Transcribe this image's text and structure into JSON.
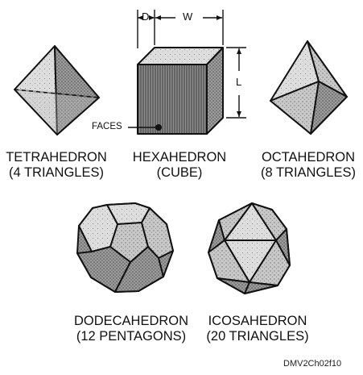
{
  "diagram": {
    "figure_id": "DMV2Ch02f10",
    "solids": [
      {
        "key": "tetrahedron",
        "name": "TETRAHEDRON",
        "faces": "(4 TRIANGLES)"
      },
      {
        "key": "hexahedron",
        "name": "HEXAHEDRON",
        "faces": "(CUBE)"
      },
      {
        "key": "octahedron",
        "name": "OCTAHEDRON",
        "faces": "(8 TRIANGLES)"
      },
      {
        "key": "dodecahedron",
        "name": "DODECAHEDRON",
        "faces": "(12 PENTAGONS)"
      },
      {
        "key": "icosahedron",
        "name": "ICOSAHEDRON",
        "faces": "(20 TRIANGLES)"
      }
    ],
    "cube_labels": {
      "depth": "D",
      "width": "W",
      "length": "L",
      "faces": "FACES"
    }
  }
}
